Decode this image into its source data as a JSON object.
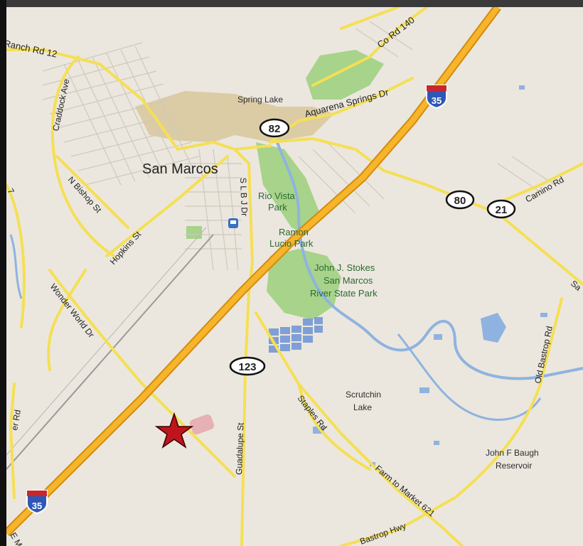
{
  "map": {
    "city": "San Marcos",
    "places": {
      "spring_lake": "Spring Lake",
      "rio_vista": [
        "Rio Vista",
        "Park"
      ],
      "ramon_lucio": [
        "Ramon",
        "Lucio Park"
      ],
      "stokes": [
        "John J. Stokes",
        "San Marcos",
        "River State Park"
      ],
      "scrutchin": [
        "Scrutchin",
        "Lake"
      ],
      "baugh": [
        "John F Baugh",
        "Reservoir"
      ]
    },
    "roads": {
      "ranch_rd_12": "Ranch Rd 12",
      "co_rd_140": "Co Rd 140",
      "aquarena": "Aquarena Springs Dr",
      "craddock": "Craddock Ave",
      "n_bishop": "N Bishop St",
      "hopkins": "Hopkins St",
      "slbj": "S L B J Dr",
      "wonder_world": "Wonder World Dr",
      "guadalupe": "Guadalupe St",
      "staples": "Staples Rd",
      "fm621": "Farm to Market 621",
      "old_bastrop": "Old Bastrop Rd",
      "camino": "Camino Rd",
      "bastrop_hwy": "Bastrop Hwy",
      "left_rd": "er Rd",
      "left_edge": "7",
      "right_edge": "Sa",
      "bottom_left": "E M"
    },
    "shields": {
      "i35_top": "35",
      "i35_bottom": "35",
      "sh82": "82",
      "sh80": "80",
      "sh21": "21",
      "sh123": "123"
    },
    "marker": "location-star",
    "colors": {
      "land": "#ebe7de",
      "park": "#9fcf7f",
      "campus": "#d9c9a0",
      "water": "#8fb3e0",
      "highway": "#f2a81d",
      "road": "#f5df55",
      "marker": "#c0141c"
    }
  }
}
